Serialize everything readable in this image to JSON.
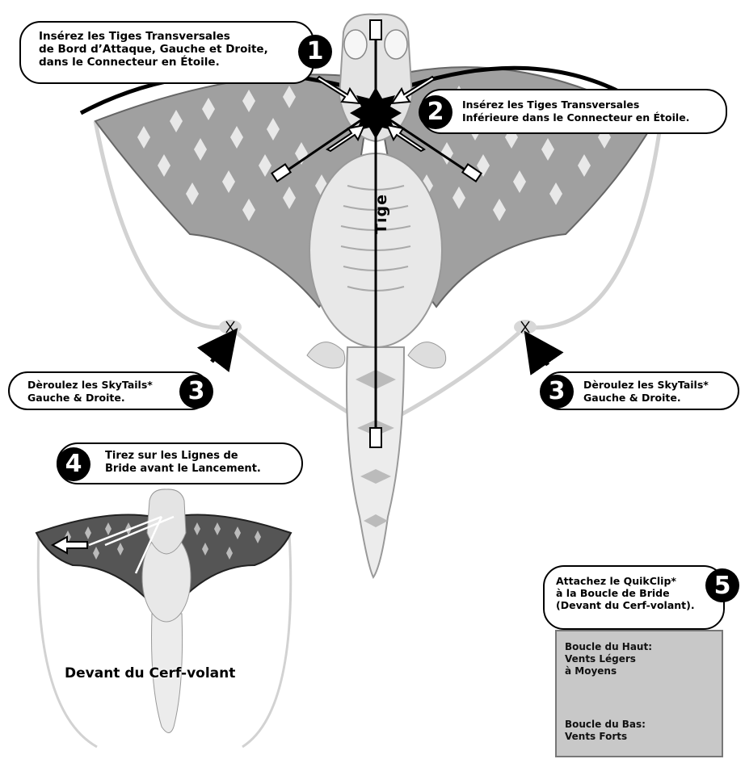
{
  "step1": {
    "number": "1",
    "line1": "Insérez les Tiges Transversales",
    "line2": "de Bord d’Attaque, Gauche et Droite,",
    "line3": "dans le Connecteur en Étoile."
  },
  "step2": {
    "number": "2",
    "line1": "Insérez les Tiges Transversales",
    "line2": "Inférieure dans le Connecteur en Étoile."
  },
  "step3_left": {
    "number": "3",
    "line1": "Dèroulez les SkyTails*",
    "line2": "Gauche & Droite."
  },
  "step3_right": {
    "number": "3",
    "line1": "Dèroulez les SkyTails*",
    "line2": "Gauche & Droite."
  },
  "step4": {
    "number": "4",
    "line1": "Tirez sur les Lignes de",
    "line2": "Bride avant le Lancement."
  },
  "step5": {
    "number": "5",
    "line1": "Attachez le QuikClip*",
    "line2": "à la Boucle de Bride",
    "line3": "(Devant du Cerf-volant)."
  },
  "loops": {
    "top_line1": "Boucle du Haut:",
    "top_line2": "Vents Légers",
    "top_line3": "à Moyens",
    "bottom_line1": "Boucle du Bas:",
    "bottom_line2": "Vents Forts"
  },
  "labels": {
    "spine": "Tige",
    "front": "Devant du Cerf-volant"
  },
  "colors": {
    "wing": "#9a9a9a",
    "wing_dark": "#444444",
    "body": "#e6e6e6",
    "outline": "#000000",
    "tail_line": "#d4d4d4"
  }
}
